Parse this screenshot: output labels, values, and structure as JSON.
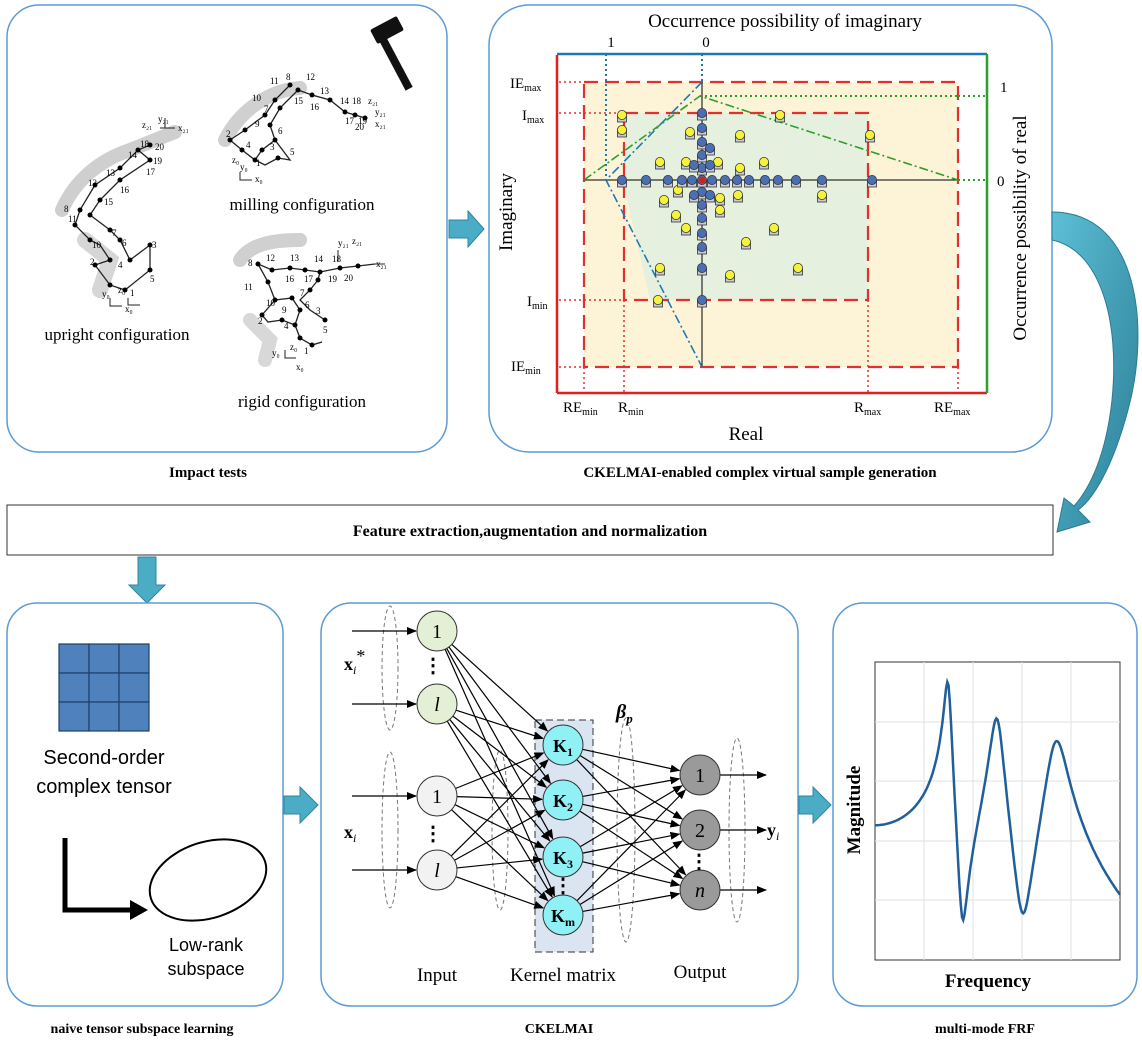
{
  "panels": {
    "impact": {
      "caption": "Impact tests",
      "labels": {
        "milling": "milling configuration",
        "upright": "upright configuration",
        "rigid": "rigid configuration"
      }
    },
    "generation": {
      "caption": "CKELMAI-enabled complex virtual sample generation",
      "top_axis": "Occurrence possibility of imaginary",
      "right_axis": "Occurrence possibility of real",
      "left_axis": "Imaginary",
      "bottom_axis": "Real",
      "top_tick_1": "1",
      "top_tick_0": "0",
      "right_tick_1": "1",
      "right_tick_0": "0",
      "ie_max": "IE",
      "ie_max_sub": "max",
      "i_max": "I",
      "i_max_sub": "max",
      "i_min": "I",
      "i_min_sub": "min",
      "ie_min": "IE",
      "ie_min_sub": "min",
      "re_min": "RE",
      "re_min_sub": "min",
      "r_min": "R",
      "r_min_sub": "min",
      "r_max": "R",
      "r_max_sub": "max",
      "re_max": "RE",
      "re_max_sub": "max"
    },
    "feature_bar": "Feature extraction,augmentation and normalization",
    "tensor": {
      "caption": "naive tensor subspace learning",
      "line1": "Second-order",
      "line2": "complex tensor",
      "sub1": "Low-rank",
      "sub2": "subspace"
    },
    "network": {
      "caption": "CKELMAI",
      "input_label": "Input",
      "kernel_label": "Kernel matrix",
      "output_label": "Output",
      "beta": "β",
      "beta_sub": "p",
      "x_star": "x",
      "x_star_i": "i",
      "x_star_mark": "*",
      "x": "x",
      "x_i": "i",
      "y": "y",
      "y_i": "i",
      "in_top": [
        "1",
        "l"
      ],
      "in_bottom": [
        "1",
        "l"
      ],
      "kernels": [
        {
          "k": "K",
          "s": "1"
        },
        {
          "k": "K",
          "s": "2"
        },
        {
          "k": "K",
          "s": "3"
        },
        {
          "k": "K",
          "s": "m"
        }
      ],
      "outputs": [
        "1",
        "2",
        "n"
      ],
      "dots": "⋮"
    },
    "frf": {
      "caption": "multi-mode FRF",
      "ylabel": "Magnitude",
      "xlabel": "Frequency"
    }
  },
  "colors": {
    "panel_border": "#5b9bd5",
    "arrow": "#4bacc6",
    "red_dash": "#e03030",
    "blue_line": "#1f77b4",
    "green_line": "#2ca02c",
    "zone_yellow": "#fdf3d6",
    "zone_green": "#e3f0df",
    "point_yellow": "#f5f23c",
    "point_blue": "#4a6fb5",
    "kernel_fill": "#8ff0f5",
    "input_green": "#e3f0d5",
    "output_gray": "#9a9a9a",
    "tensor_cell": "#4f81bd",
    "curve": "#1f5f9a"
  }
}
